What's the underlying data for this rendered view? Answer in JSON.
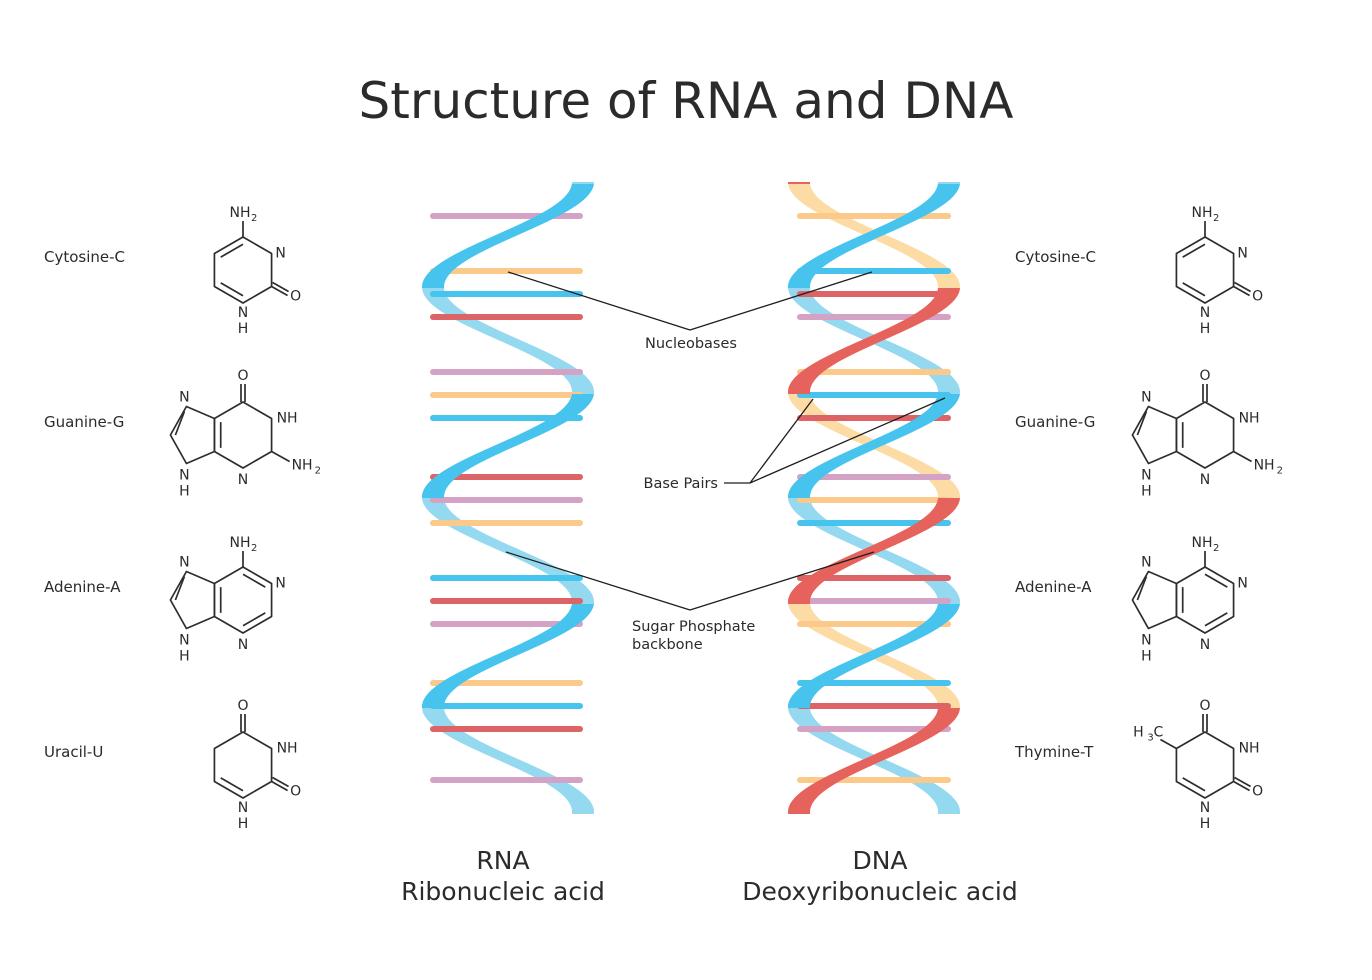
{
  "title": "Structure of RNA and DNA",
  "colors": {
    "cytosine": "#fdbf80",
    "guanine": "#fde0a6",
    "adenine": "#e8625c",
    "uracil": "#3cc4f0",
    "thymine": "#d9abd5",
    "rna_backbone": "#46c4ee",
    "dna_strand_1": "#46c4ee",
    "dna_strand_2": "#e6625c",
    "dna_strand_1_back": "#95d9f1",
    "dna_strand_2_back": "#fcdba5",
    "rung_orange": "#fbca8a",
    "rung_blue": "#46c4ee",
    "rung_red": "#dc6366",
    "rung_mauve": "#d3a2c4"
  },
  "rna_bases": [
    {
      "name": "Cytosine-C",
      "structure": "cytosine"
    },
    {
      "name": "Guanine-G",
      "structure": "guanine"
    },
    {
      "name": "Adenine-A",
      "structure": "adenine"
    },
    {
      "name": "Uracil-U",
      "structure": "uracil"
    }
  ],
  "dna_bases": [
    {
      "name": "Cytosine-C",
      "structure": "cytosine"
    },
    {
      "name": "Guanine-G",
      "structure": "guanine"
    },
    {
      "name": "Adenine-A",
      "structure": "adenine"
    },
    {
      "name": "Thymine-T",
      "structure": "thymine"
    }
  ],
  "atoms": {
    "N": "N",
    "H": "H",
    "O": "O",
    "NH": "NH",
    "NH2": "NH",
    "H3C": "H",
    "C": "C",
    "subscript_2": "2",
    "subscript_3": "3"
  },
  "callouts": {
    "nucleobases": "Nucleobases",
    "base_pairs": "Base Pairs",
    "backbone_line1": "Sugar Phosphate",
    "backbone_line2": "backbone"
  },
  "rna": {
    "label": "RNA",
    "full_name": "Ribonucleic acid"
  },
  "dna": {
    "label": "DNA",
    "full_name": "Deoxyribonucleic acid"
  }
}
